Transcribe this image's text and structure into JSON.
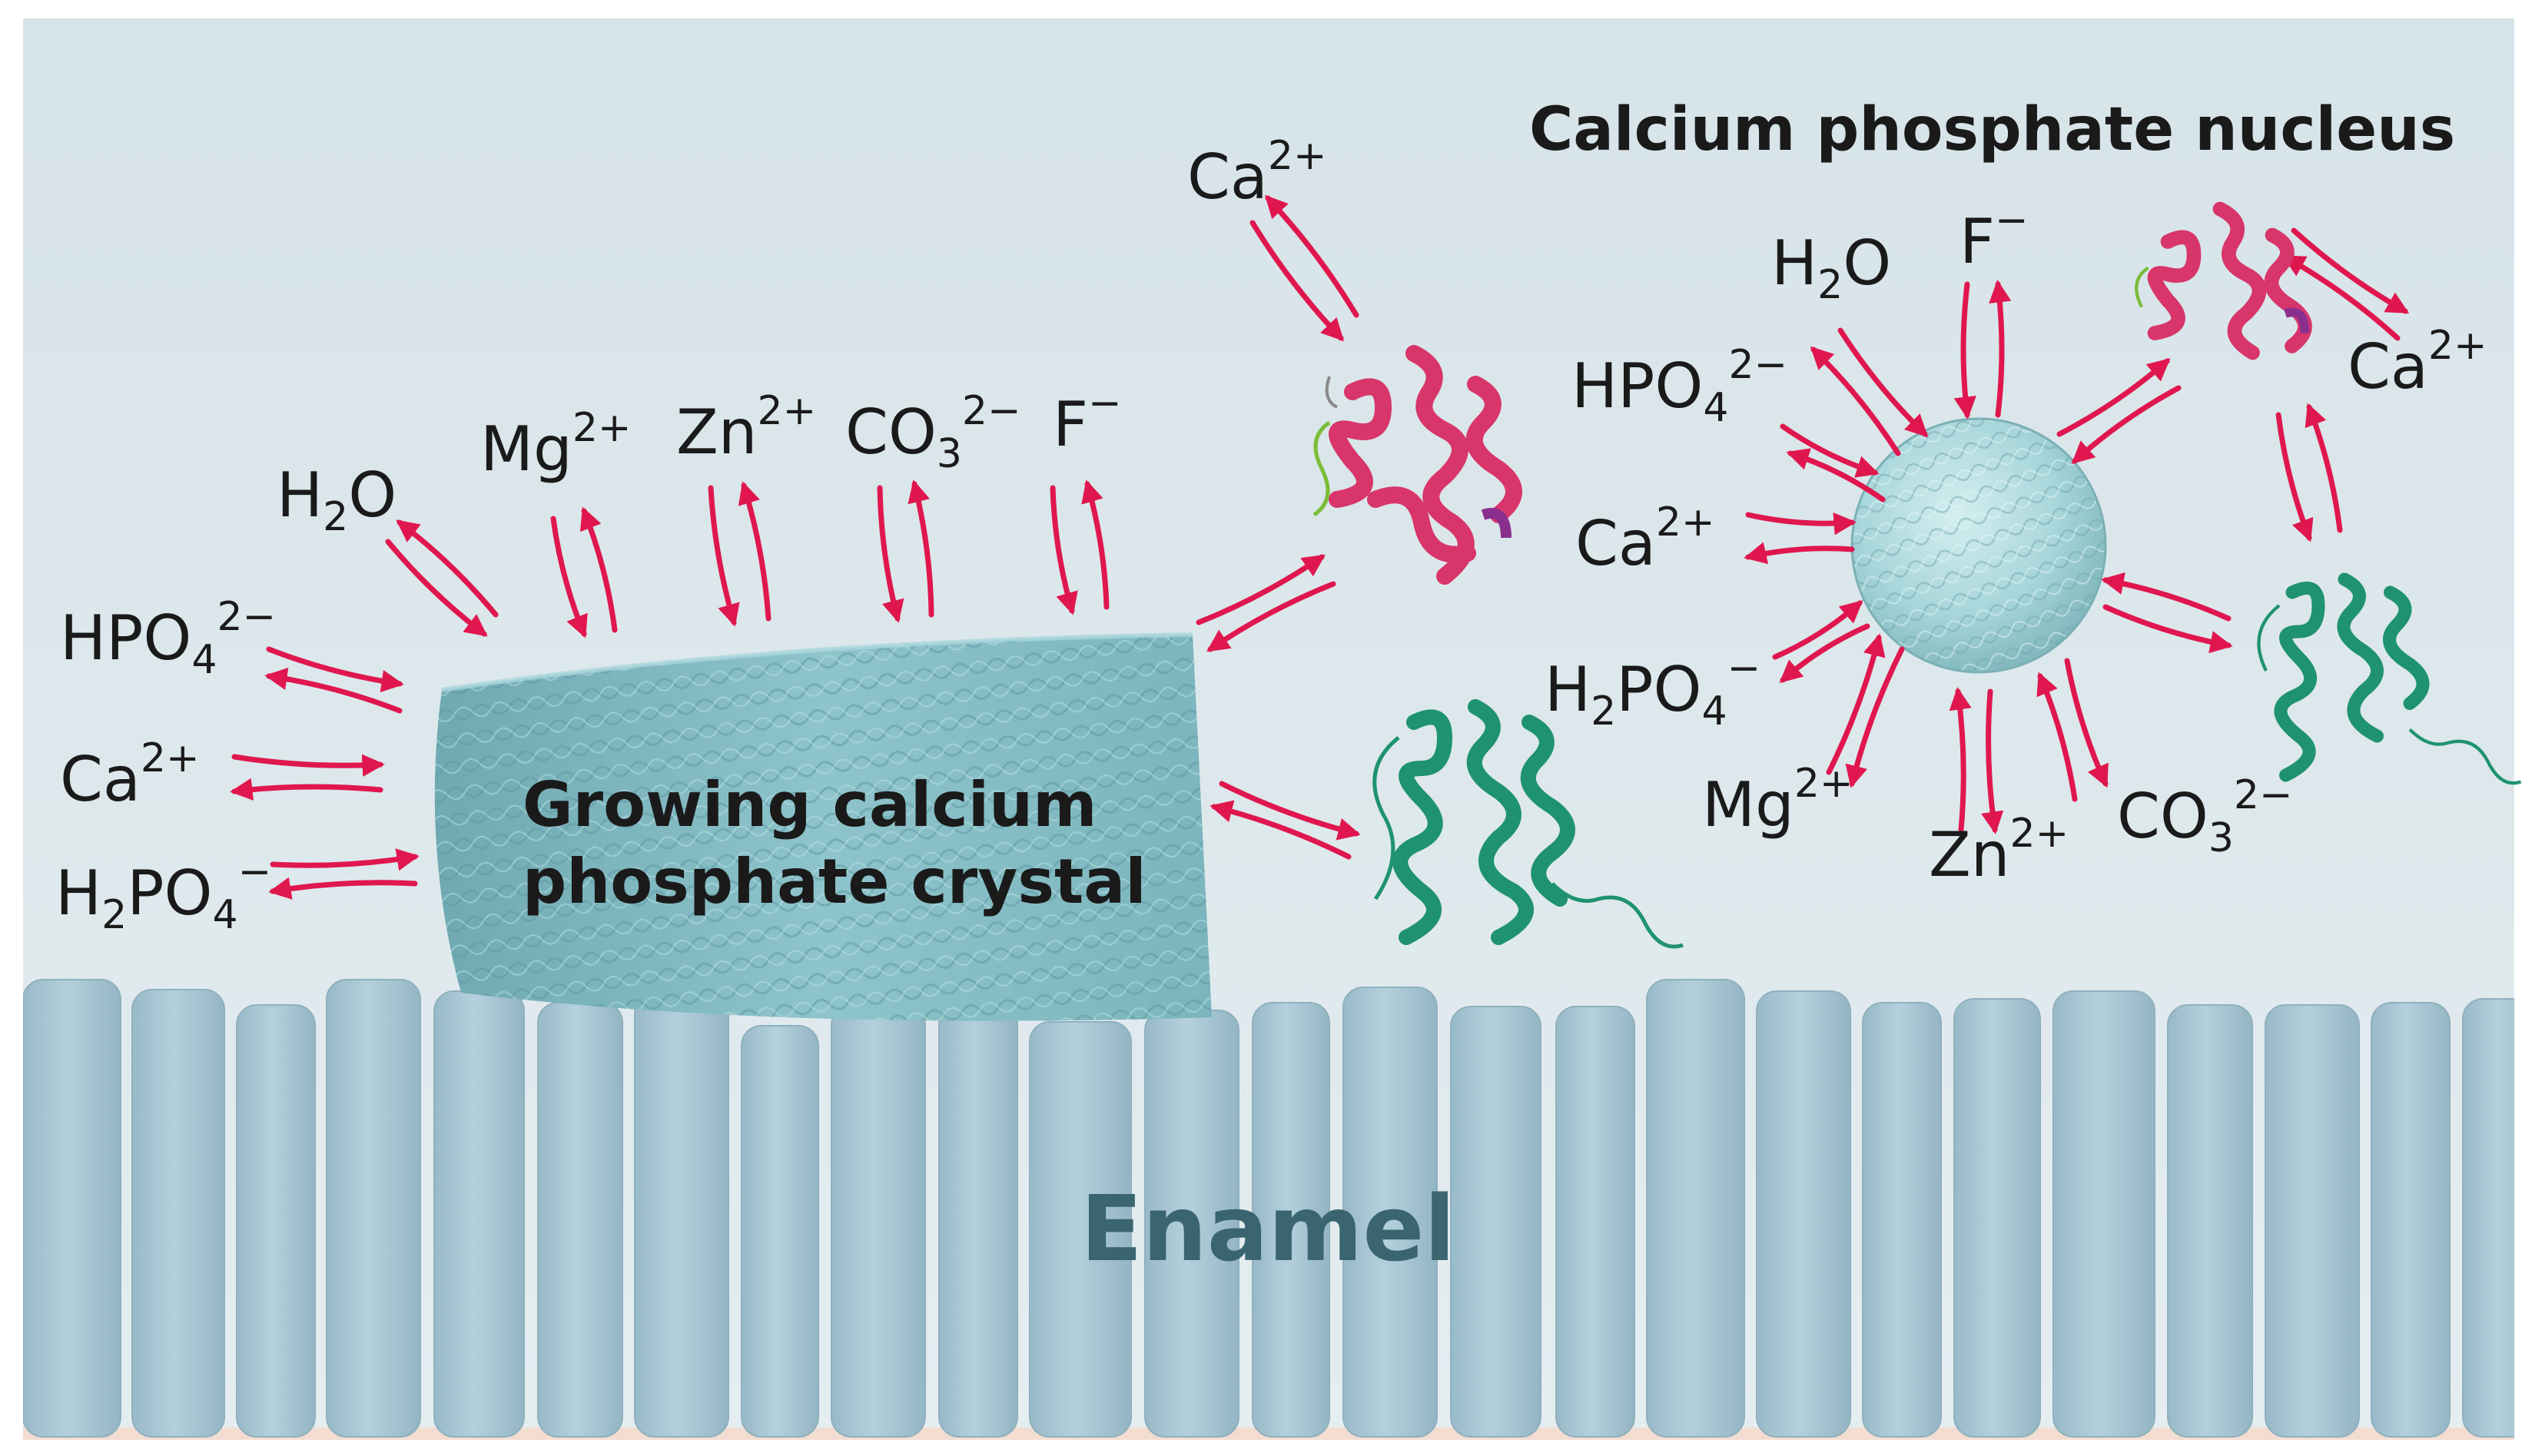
{
  "labels": {
    "nucleus_title": "Calcium phosphate nucleus",
    "crystal_line1": "Growing calcium",
    "crystal_line2": "phosphate crystal",
    "enamel": "Enamel"
  },
  "crystal_ions": [
    {
      "id": "hpo4",
      "base": "HPO",
      "sub": "4",
      "sup": "2−"
    },
    {
      "id": "ca",
      "base": "Ca",
      "sup": "2+"
    },
    {
      "id": "h2po4",
      "base": "H",
      "sub": "2",
      "mid": "PO",
      "sub2": "4",
      "sup": "−"
    },
    {
      "id": "h2o",
      "base": "H",
      "sub": "2",
      "mid": "O"
    },
    {
      "id": "mg",
      "base": "Mg",
      "sup": "2+"
    },
    {
      "id": "zn",
      "base": "Zn",
      "sup": "2+"
    },
    {
      "id": "co3",
      "base": "CO",
      "sub": "3",
      "sup": "2−"
    },
    {
      "id": "f",
      "base": "F",
      "sup": "−"
    },
    {
      "id": "ca-protein",
      "base": "Ca",
      "sup": "2+"
    }
  ],
  "nucleus_ions": [
    {
      "id": "h2o",
      "base": "H",
      "sub": "2",
      "mid": "O"
    },
    {
      "id": "f",
      "base": "F",
      "sup": "−"
    },
    {
      "id": "hpo4",
      "base": "HPO",
      "sub": "4",
      "sup": "2−"
    },
    {
      "id": "ca",
      "base": "Ca",
      "sup": "2+"
    },
    {
      "id": "h2po4",
      "base": "H",
      "sub": "2",
      "mid": "PO",
      "sub2": "4",
      "sup": "−"
    },
    {
      "id": "mg",
      "base": "Mg",
      "sup": "2+"
    },
    {
      "id": "zn",
      "base": "Zn",
      "sup": "2+"
    },
    {
      "id": "co3",
      "base": "CO",
      "sub": "3",
      "sup": "2−"
    },
    {
      "id": "ca-protein",
      "base": "Ca",
      "sup": "2+"
    }
  ],
  "colors": {
    "background": "#dfe9ec",
    "arrow": "#e0174f",
    "crystal": "#84bcc4",
    "nucleus": "#a9d6da",
    "enamel_rod": "#a9c7d4",
    "enamel_text": "#3a6570",
    "protein_pink": "#d8356b",
    "protein_green": "#1f9272"
  },
  "icons": [
    "protein-pink-icon",
    "protein-green-icon"
  ]
}
